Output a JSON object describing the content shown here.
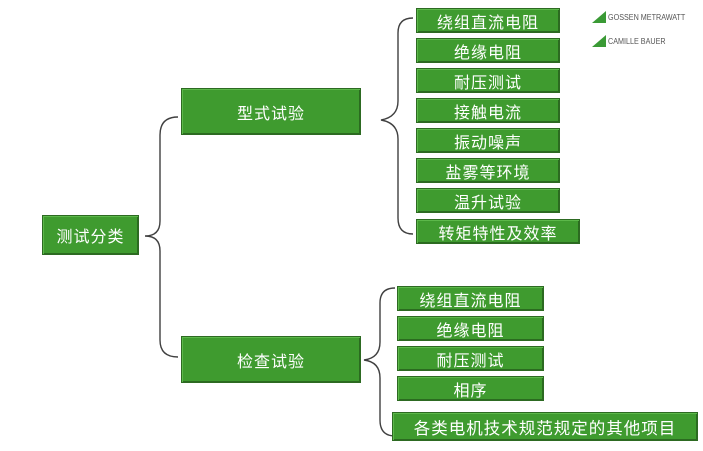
{
  "root": {
    "label": "测试分类"
  },
  "type_test": {
    "label": "型式试验",
    "items": [
      "绕组直流电阻",
      "绝缘电阻",
      "耐压测试",
      "接触电流",
      "振动噪声",
      "盐雾等环境",
      "温升试验",
      "转矩特性及效率"
    ]
  },
  "inspection_test": {
    "label": "检查试验",
    "items": [
      "绕组直流电阻",
      "绝缘电阻",
      "耐压测试",
      "相序",
      "各类电机技术规范规定的其他项目"
    ]
  },
  "logos": [
    {
      "text": "GOSSEN METRAWATT"
    },
    {
      "text": "CAMILLE BAUER"
    }
  ],
  "colors": {
    "box_fill": "#3f9b2f",
    "box_text": "#ffffff",
    "connector": "#404040",
    "logo_mark": "#3a9a35"
  }
}
